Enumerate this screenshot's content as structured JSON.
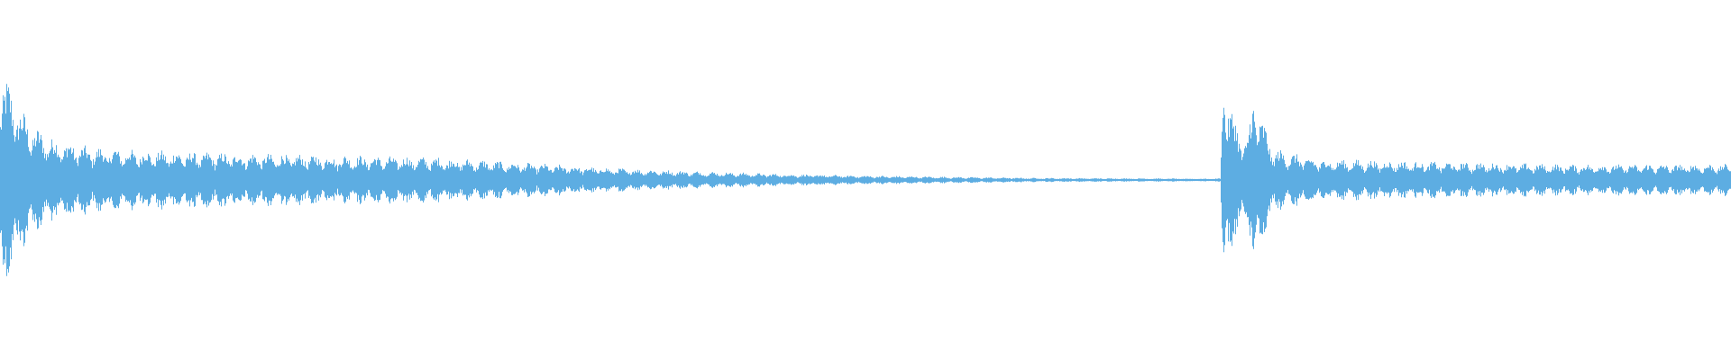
{
  "waveform": {
    "color": "#5DADE2",
    "background": "#ffffff",
    "amplitude_profile": [
      {
        "t": 0.0,
        "amp": 0.62
      },
      {
        "t": 0.003,
        "amp": 0.58
      },
      {
        "t": 0.008,
        "amp": 0.5
      },
      {
        "t": 0.012,
        "amp": 0.4
      },
      {
        "t": 0.02,
        "amp": 0.3
      },
      {
        "t": 0.03,
        "amp": 0.24
      },
      {
        "t": 0.05,
        "amp": 0.19
      },
      {
        "t": 0.08,
        "amp": 0.17
      },
      {
        "t": 0.15,
        "amp": 0.15
      },
      {
        "t": 0.25,
        "amp": 0.13
      },
      {
        "t": 0.3,
        "amp": 0.1
      },
      {
        "t": 0.35,
        "amp": 0.07
      },
      {
        "t": 0.4,
        "amp": 0.05
      },
      {
        "t": 0.45,
        "amp": 0.035
      },
      {
        "t": 0.5,
        "amp": 0.025
      },
      {
        "t": 0.55,
        "amp": 0.018
      },
      {
        "t": 0.6,
        "amp": 0.012
      },
      {
        "t": 0.65,
        "amp": 0.01
      },
      {
        "t": 0.7,
        "amp": 0.008
      },
      {
        "t": 0.705,
        "amp": 0.01
      },
      {
        "t": 0.706,
        "amp": 0.64
      },
      {
        "t": 0.71,
        "amp": 0.45
      },
      {
        "t": 0.715,
        "amp": 0.3
      },
      {
        "t": 0.72,
        "amp": 0.22
      },
      {
        "t": 0.724,
        "amp": 0.5
      },
      {
        "t": 0.728,
        "amp": 0.38
      },
      {
        "t": 0.735,
        "amp": 0.18
      },
      {
        "t": 0.76,
        "amp": 0.12
      },
      {
        "t": 0.8,
        "amp": 0.11
      },
      {
        "t": 0.85,
        "amp": 0.1
      },
      {
        "t": 0.9,
        "amp": 0.09
      },
      {
        "t": 0.95,
        "amp": 0.09
      },
      {
        "t": 1.0,
        "amp": 0.09
      }
    ]
  }
}
